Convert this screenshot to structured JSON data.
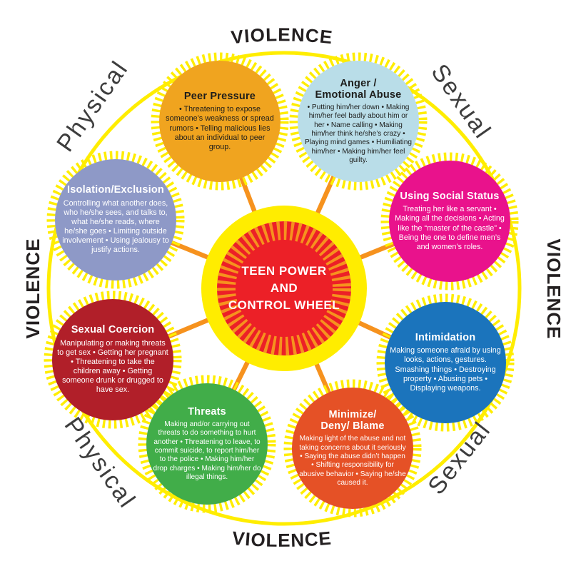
{
  "center": {
    "label": "TEEN POWER\nAND\nCONTROL WHEEL",
    "fill": "#EC2027",
    "ring_color": "#FFED00",
    "tick_color": "#F6921E"
  },
  "outer_labels": {
    "top": "VIOLENCE",
    "bottom": "VIOLENCE",
    "left": "VIOLENCE",
    "right": "VIOLENCE",
    "top_left": "Physical",
    "top_right": "Sexual",
    "bottom_left": "Physical",
    "bottom_right": "Sexual"
  },
  "colors": {
    "rim": "#FFED00",
    "spoke": "#F6921E",
    "halo": "#FFED00"
  },
  "sections": [
    {
      "id": "peer-pressure",
      "title": "Peer Pressure",
      "body": "• Threatening to expose someone’s weakness or spread rumors • Telling malicious lies about an individual to peer group.",
      "color": "#F0A41F"
    },
    {
      "id": "anger-emotional-abuse",
      "title": "Anger /\nEmotional Abuse",
      "body": "• Putting him/her down • Making him/her feel badly about him or her • Name calling • Making him/her think he/she’s crazy • Playing mind games • Humiliating him/her • Making him/her feel guilty.",
      "color": "#B9DDE8"
    },
    {
      "id": "using-social-status",
      "title": "Using Social Status",
      "body": "Treating her like a servant • Making all the decisions • Acting like the “master of the castle” • Being the one to define men’s and women’s roles.",
      "color": "#E9128C"
    },
    {
      "id": "intimidation",
      "title": "Intimidation",
      "body": "Making someone afraid by using looks, actions, gestures. Smashing things • Destroying property • Abusing pets • Displaying weapons.",
      "color": "#1B74BC"
    },
    {
      "id": "minimize-deny-blame",
      "title": "Minimize/\nDeny/ Blame",
      "body": "Making light of the abuse and not taking concerns about it seriously • Saying the abuse didn’t happen • Shifting responsibility for abusive behavior • Saying he/she caused it.",
      "color": "#E55126"
    },
    {
      "id": "threats",
      "title": "Threats",
      "body": "Making and/or carrying out threats to do something to hurt another • Threatening to leave, to commit suicide, to report him/her to the police • Making him/her drop charges • Making him/her do illegal things.",
      "color": "#41AD49"
    },
    {
      "id": "sexual-coercion",
      "title": "Sexual Coercion",
      "body": "Manipulating or making threats to get sex • Getting her pregnant • Threatening to take the children away • Getting someone drunk or drugged to have sex.",
      "color": "#B11F29"
    },
    {
      "id": "isolation-exclusion",
      "title": "Isolation/Exclusion",
      "body": "Controlling what another does, who he/she sees, and talks to, what he/she reads, where he/she goes • Limiting outside involvement • Using jealousy to justify actions.",
      "color": "#8E99C7"
    }
  ]
}
